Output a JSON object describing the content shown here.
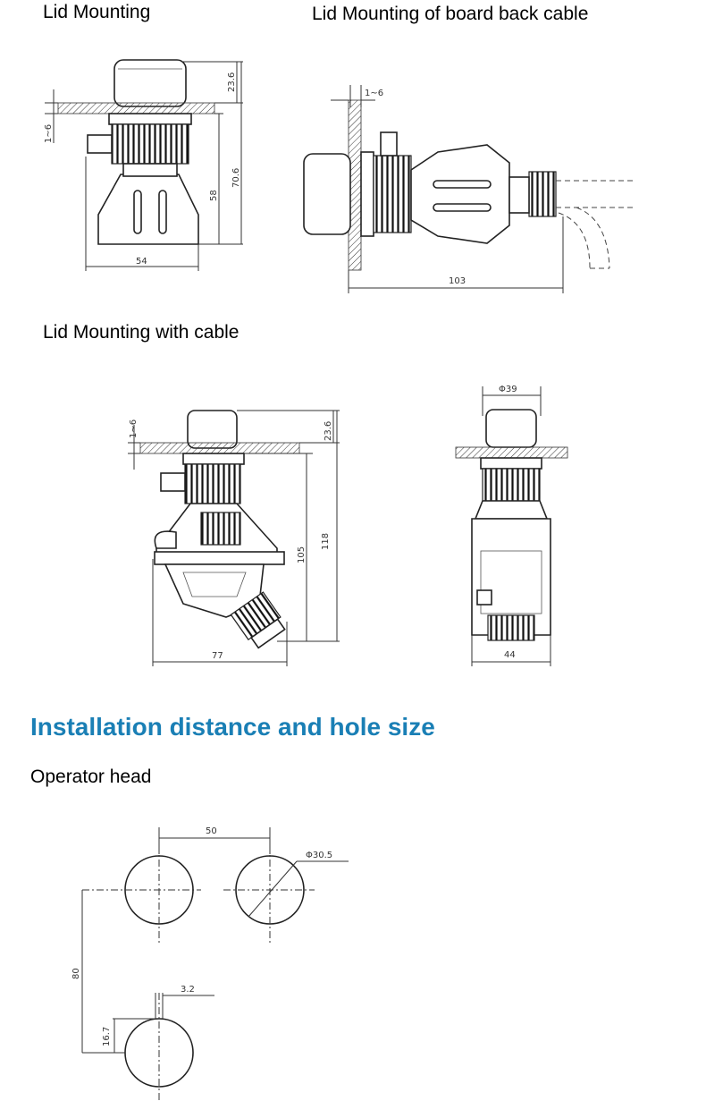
{
  "captions": {
    "lid_mounting": "Lid Mounting",
    "lid_mounting_board_back": "Lid Mounting of board back cable",
    "lid_mounting_with_cable": "Lid Mounting with cable",
    "operator_head": "Operator head"
  },
  "section_heading": "Installation distance and hole size",
  "colors": {
    "heading": "#1a7fb5",
    "line": "#333333"
  },
  "dims": {
    "lid_mounting": {
      "panel": "1~6",
      "top": "23.6",
      "body": "58",
      "total": "70.6",
      "width": "54"
    },
    "board_back": {
      "panel": "1~6",
      "length": "103"
    },
    "with_cable": {
      "panel": "1~6",
      "top": "23.6",
      "body": "105",
      "total": "118",
      "width": "77"
    },
    "side_view": {
      "diameter": "Φ39",
      "width": "44"
    },
    "hole_size": {
      "pitch_h": "50",
      "hole_d": "Φ30.5",
      "pitch_v": "80",
      "key_w": "3.2",
      "key_h": "16.7"
    }
  }
}
